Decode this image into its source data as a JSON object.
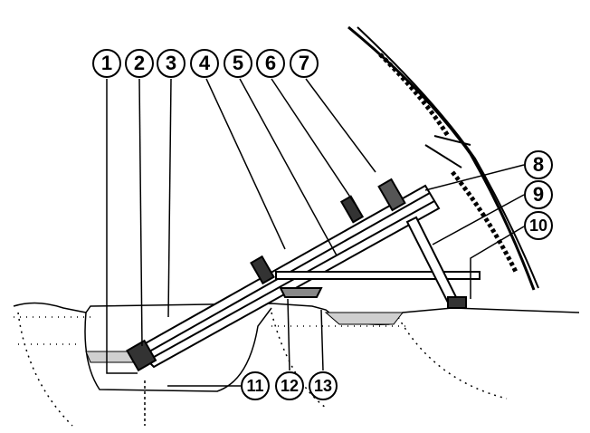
{
  "callouts": {
    "c1": "1",
    "c2": "2",
    "c3": "3",
    "c4": "4",
    "c5": "5",
    "c6": "6",
    "c7": "7",
    "c8": "8",
    "c9": "9",
    "c10": "10",
    "c11": "11",
    "c12": "12",
    "c13": "13"
  },
  "colors": {
    "ink": "#000000",
    "paper": "#ffffff",
    "water": "#cfcfcf"
  }
}
